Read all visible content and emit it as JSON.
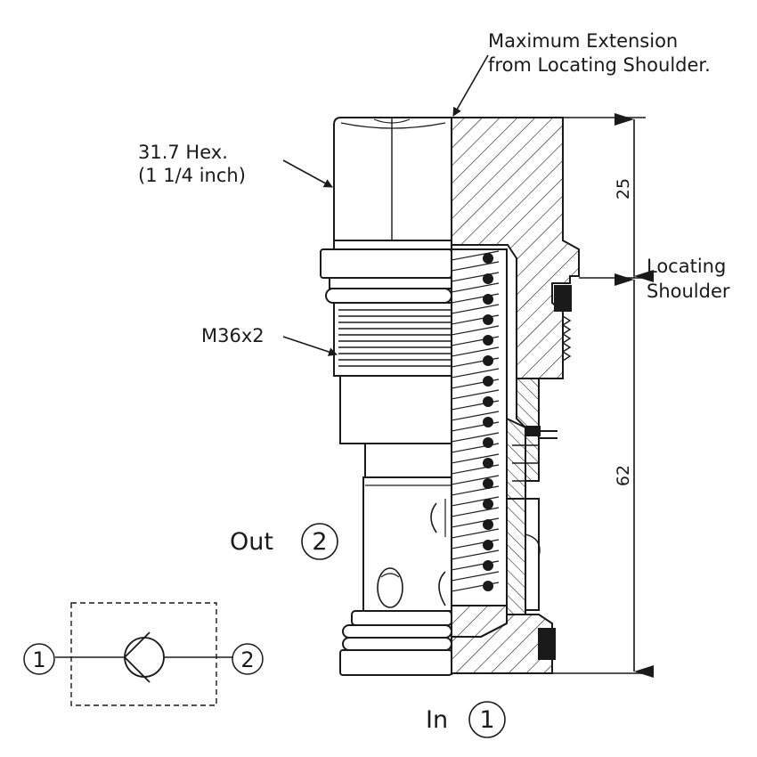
{
  "labels": {
    "max_extension_line1": "Maximum Extension",
    "max_extension_line2": "from Locating Shoulder.",
    "hex_line1": "31.7 Hex.",
    "hex_line2": "(1 1/4 inch)",
    "thread": "M36x2",
    "locating_line1": "Locating",
    "locating_line2": "Shoulder",
    "out_port": "Out",
    "out_port_number": "2",
    "in_port": "In",
    "in_port_number": "1"
  },
  "dimensions": {
    "upper": "25",
    "lower": "62"
  },
  "symbol": {
    "port_left": "1",
    "port_right": "2"
  },
  "colors": {
    "stroke": "#1a1a1a",
    "background": "#ffffff"
  }
}
